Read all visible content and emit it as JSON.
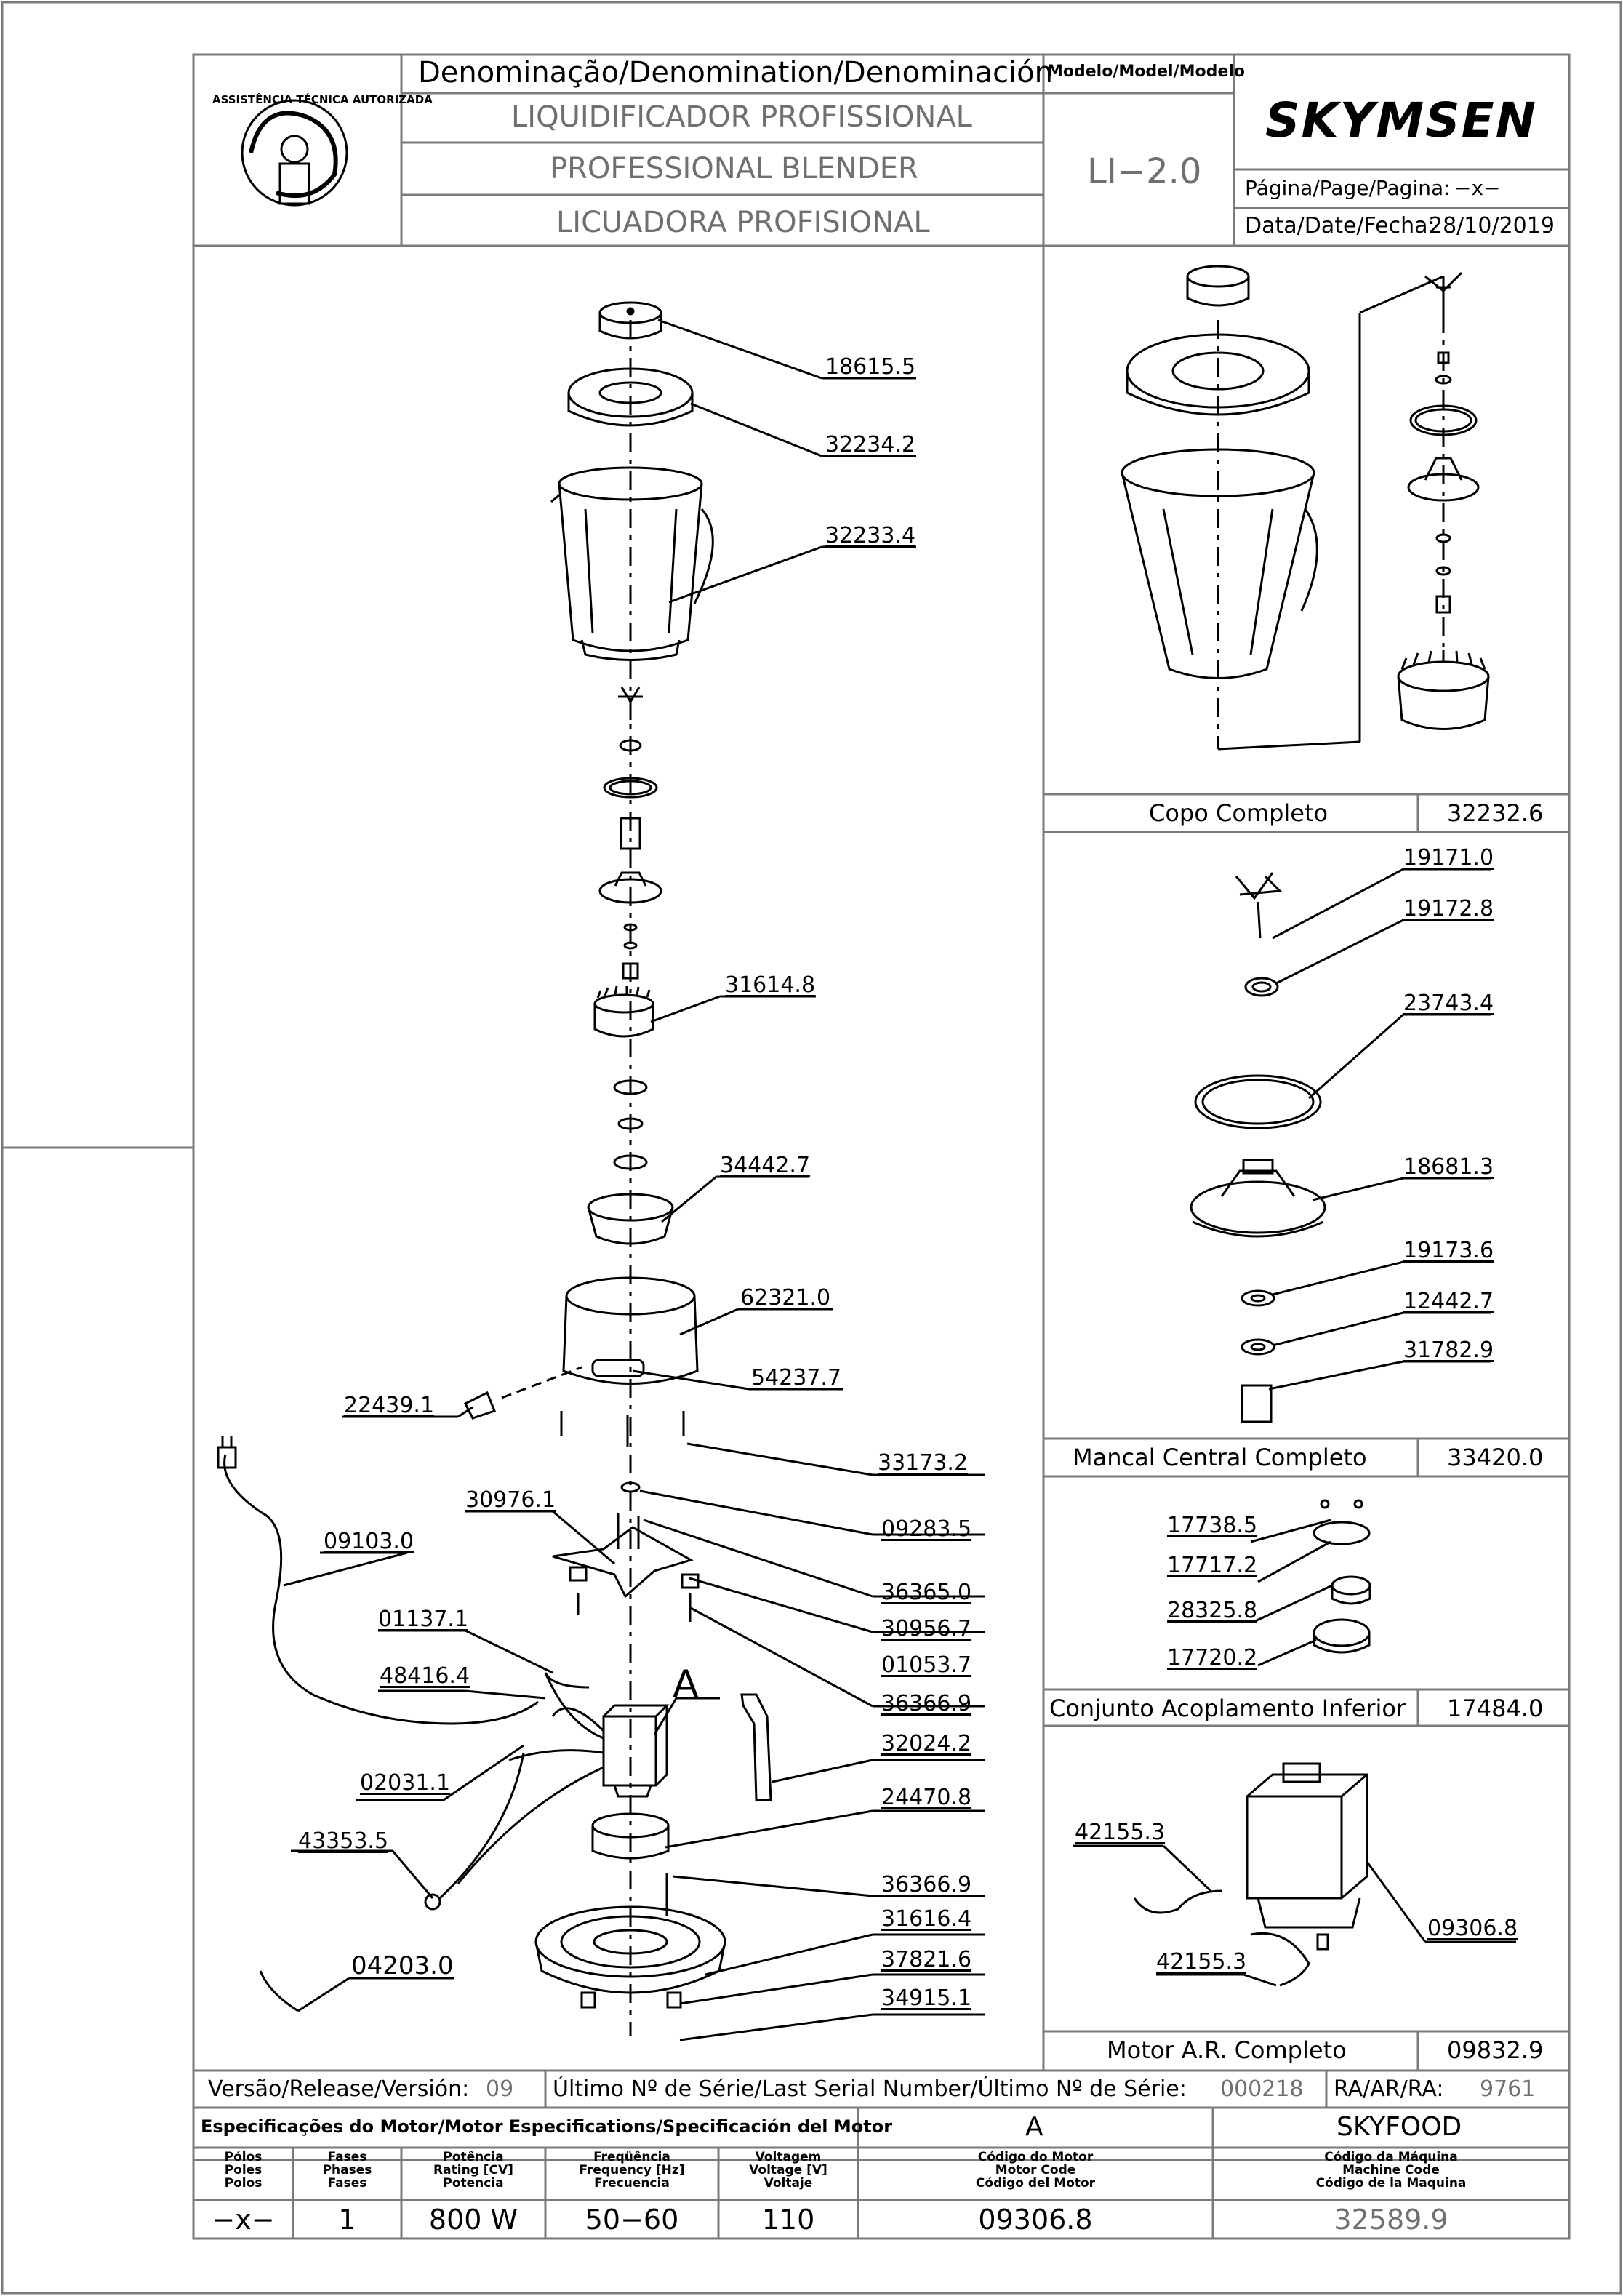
{
  "header": {
    "denomination_label": "Denominação/Denomination/Denominación",
    "names": [
      "LIQUIDIFICADOR  PROFISSIONAL",
      "PROFESSIONAL  BLENDER",
      "LICUADORA  PROFISIONAL"
    ],
    "model_label": "Modelo/Model/Modelo",
    "model": "LI−2.0",
    "brand": "SKYMSEN",
    "page_label": "Página/Page/Pagina:",
    "page_value": "−x−",
    "date_label": "Data/Date/Fecha:",
    "date_value": "28/10/2019",
    "stamp_text": "ASSISTÊNCIA TÉCNICA AUTORIZADA"
  },
  "main_callouts": [
    {
      "label": "18615.5"
    },
    {
      "label": "32234.2"
    },
    {
      "label": "32233.4"
    },
    {
      "label": "31614.8"
    },
    {
      "label": "34442.7"
    },
    {
      "label": "62321.0"
    },
    {
      "label": "54237.7"
    },
    {
      "label": "22439.1"
    },
    {
      "label": "33173.2"
    },
    {
      "label": "30976.1"
    },
    {
      "label": "09283.5"
    },
    {
      "label": "09103.0"
    },
    {
      "label": "36365.0"
    },
    {
      "label": "30956.7"
    },
    {
      "label": "01137.1"
    },
    {
      "label": "01053.7"
    },
    {
      "label": "48416.4"
    },
    {
      "label": "A"
    },
    {
      "label": "36366.9"
    },
    {
      "label": "32024.2"
    },
    {
      "label": "02031.1"
    },
    {
      "label": "24470.8"
    },
    {
      "label": "43353.5"
    },
    {
      "label": "36366.9"
    },
    {
      "label": "31616.4"
    },
    {
      "label": "04203.0"
    },
    {
      "label": "37821.6"
    },
    {
      "label": "34915.1"
    }
  ],
  "assemblies": [
    {
      "name": "Copo  Completo",
      "code": "32232.6",
      "callouts": []
    },
    {
      "name": "Mancal  Central  Completo",
      "code": "33420.0",
      "callouts": [
        "19171.0",
        "19172.8",
        "23743.4",
        "18681.3",
        "19173.6",
        "12442.7",
        "31782.9"
      ]
    },
    {
      "name": "Conjunto  Acoplamento  Inferior",
      "code": "17484.0",
      "callouts": [
        "17738.5",
        "17717.2",
        "28325.8",
        "17720.2"
      ]
    },
    {
      "name": "Motor  A.R.  Completo",
      "code": "09832.9",
      "callouts": [
        "42155.3",
        "42155.3",
        "09306.8"
      ]
    }
  ],
  "footer": {
    "version_label": "Versão/Release/Versión:",
    "version": "09",
    "serial_label": "Último  Nº  de  Série/Last  Serial  Number/Último  Nº  de  Série:",
    "serial": "000218",
    "ra_label": "RA/AR/RA:",
    "ra": "9761",
    "motor_spec_label": "Especificações  do  Motor/Motor  Especifications/Specificación  del  Motor",
    "motor_letter": "A",
    "machine_name": "SKYFOOD",
    "columns": [
      {
        "label": "Pólos\nPoles\nPolos",
        "value": "−x−"
      },
      {
        "label": "Fases\nPhases\nFases",
        "value": "1"
      },
      {
        "label": "Potência\nRating [CV]\nPotencia",
        "value": "800  W"
      },
      {
        "label": "Freqüência\nFrequency [Hz]\nFrecuencia",
        "value": "50−60"
      },
      {
        "label": "Voltagem\nVoltage [V]\nVoltaje",
        "value": "110"
      },
      {
        "label": "Código do Motor\nMotor Code\nCódigo del Motor",
        "value": "09306.8"
      },
      {
        "label": "Código da Máquina\nMachine Code\nCódigo de la Maquina",
        "value": "32589.9"
      }
    ]
  }
}
